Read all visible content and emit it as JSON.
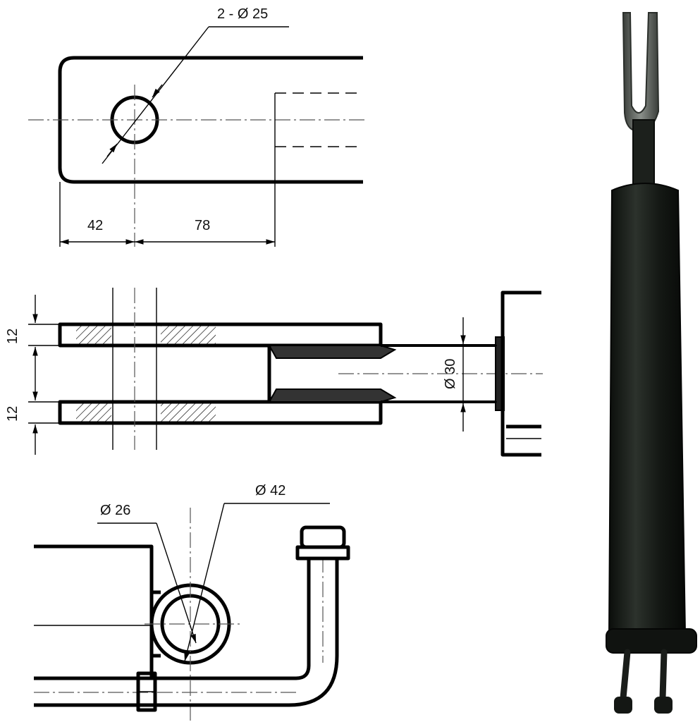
{
  "dimensions": {
    "top_view": {
      "hole_callout": "2 - Ø 25",
      "left_offset": "42",
      "hole_to_edge": "78"
    },
    "side_view": {
      "plate_thickness_upper": "12",
      "plate_thickness_lower": "12",
      "rod_diameter": "Ø 30"
    },
    "bottom_view": {
      "inner_diameter": "Ø 26",
      "outer_diameter": "Ø 42"
    }
  },
  "colors": {
    "line": "#000000",
    "hatch": "#000000",
    "photo_body": "#151915",
    "photo_highlight": "#2a302a",
    "fork_metal": "#6f746f"
  }
}
